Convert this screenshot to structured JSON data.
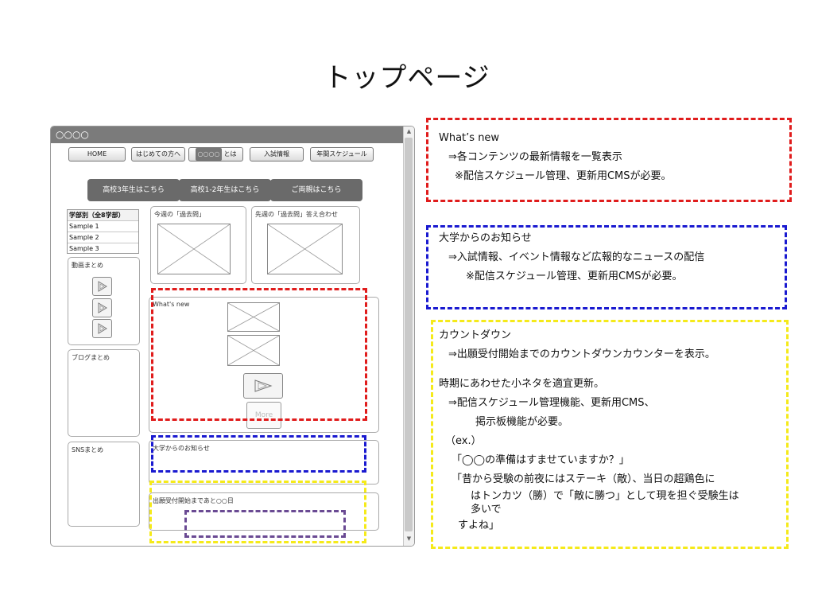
{
  "slide_title": "トップページ",
  "mock": {
    "window_title": "○○○○",
    "nav": [
      "HOME",
      "はじめての方へ",
      "○○○○",
      "とは",
      "入試情報",
      "年間スケジュール"
    ],
    "grades": [
      "高校3年生はこちら",
      "高校1-2年生はこちら",
      "ご両親はこちら"
    ],
    "faculty": {
      "header": "学部別（全8学部）",
      "items": [
        "Sample 1",
        "Sample 2",
        "Sample 3"
      ]
    },
    "panels": {
      "video": "動画まとめ",
      "blog": "ブログまとめ",
      "sns": "SNSまとめ",
      "this_week": "今週の「過去問」",
      "last_week": "先週の「過去問」答え合わせ",
      "whats_new": "What's new",
      "more": "More",
      "university_news": "大学からのお知らせ",
      "countdown": "出願受付開始まであと○○日"
    },
    "scroll_up": "▲",
    "scroll_down": "▼"
  },
  "notes": {
    "whats_new": {
      "title": "What’s new",
      "line1": "⇒各コンテンツの最新情報を一覧表示",
      "line2": "※配信スケジュール管理、更新用CMSが必要。"
    },
    "university": {
      "title": "大学からのお知らせ",
      "line1": "⇒入試情報、イベント情報など広報的なニュースの配信",
      "line2": "※配信スケジュール管理、更新用CMSが必要。"
    },
    "countdown": {
      "title": "カウントダウン",
      "line1": "⇒出願受付開始までのカウントダウンカウンターを表示。",
      "line2": "時期にあわせた小ネタを適宜更新。",
      "line3": "⇒配信スケジュール管理機能、更新用CMS、",
      "line4": "掲示板機能が必要。",
      "line5": "（ex.）",
      "line6": "「◯◯の準備はすませていますか？」",
      "line7": "「昔から受験の前夜にはステーキ（敵）、当日の超鶏色に",
      "line8": "はトンカツ（勝）で「敵に勝つ」として現を担ぐ受験生は",
      "line9": "多いで",
      "line10": "すよね」"
    }
  },
  "colors": {
    "red": "#e01c1c",
    "blue": "#1a1ad0",
    "yellow": "#f5ea1a",
    "purple": "#6a4a93",
    "window_bar": "#7b7b7b"
  }
}
